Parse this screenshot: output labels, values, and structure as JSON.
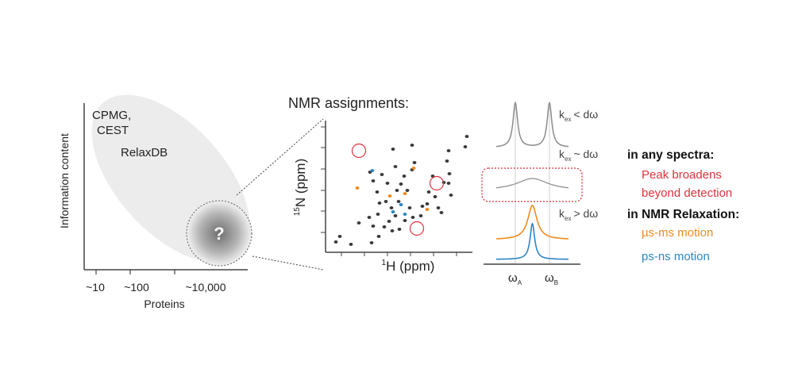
{
  "left_panel": {
    "y_axis_label": "Information content",
    "x_axis_label": "Proteins",
    "x_ticks": [
      "~10",
      "~100",
      "~10,000"
    ],
    "cpmg_label_line1": "CPMG,",
    "cpmg_label_line2": "CEST",
    "relaxdb_label": "RelaxDB",
    "unknown_symbol": "?"
  },
  "spectrum": {
    "title": "NMR assignments:",
    "x_label": "H (ppm)",
    "x_label_sup": "1",
    "y_label": "N (ppm)",
    "y_label_sup": "15"
  },
  "peaks_panel": {
    "k_ex_label": "k",
    "k_ex_sub": "ex",
    "conditions": [
      "< dω",
      "~ dω",
      "> dω"
    ],
    "omega": "ω",
    "omega_a_sub": "A",
    "omega_b_sub": "B"
  },
  "legend": {
    "heading1": "in any spectra:",
    "red_line1": "Peak broadens",
    "red_line2": "beyond detection",
    "heading2": "in NMR Relaxation:",
    "orange_label": "µs-ms motion",
    "blue_label": "ps-ns motion"
  },
  "colors": {
    "red": "#e0323c",
    "orange": "#f08a1e",
    "blue": "#2d86c4",
    "gray_peak": "#8a8a8a",
    "dark_peak": "#3a3a3a",
    "ellipse_fill": "#ececec"
  }
}
